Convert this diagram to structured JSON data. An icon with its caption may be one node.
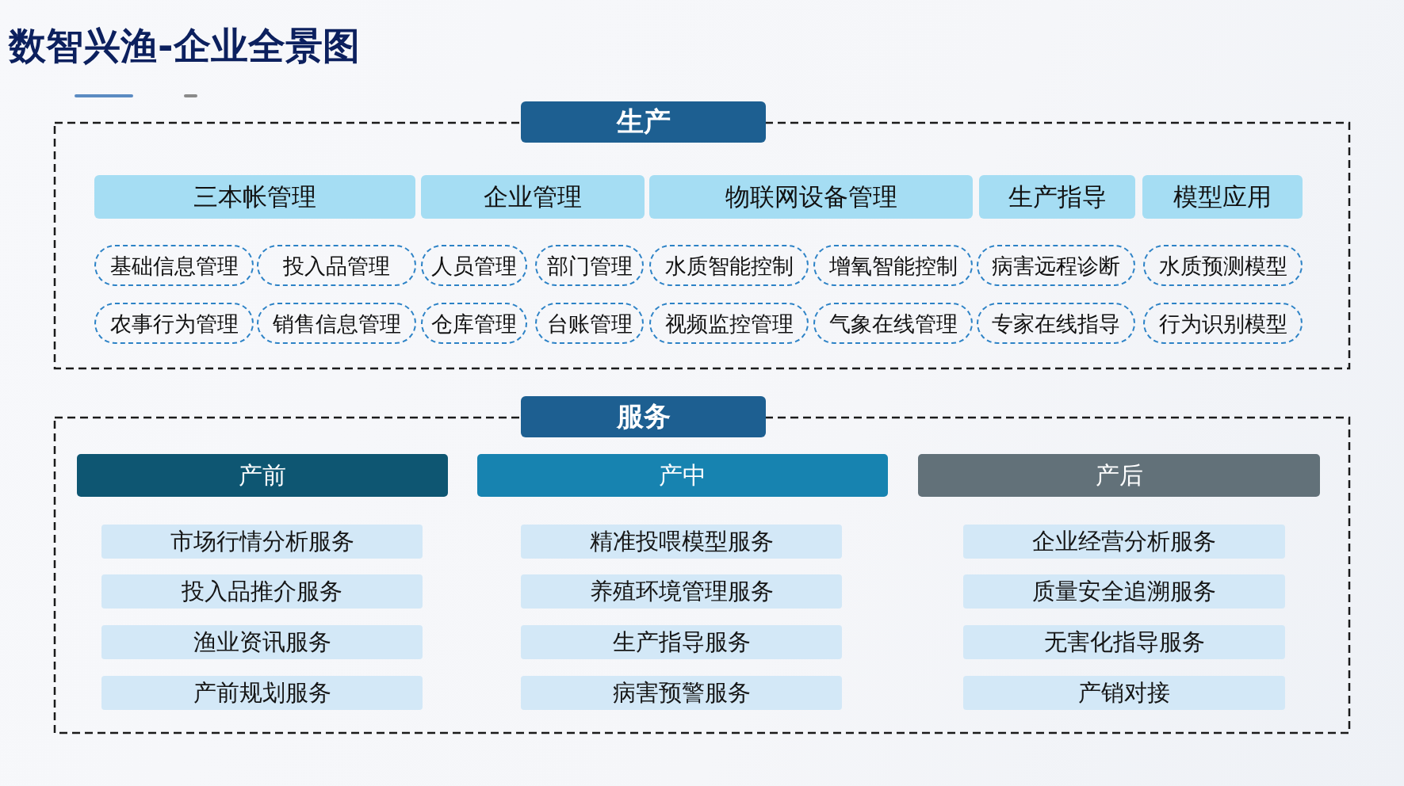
{
  "diagram": {
    "title": "数智兴渔-企业全景图",
    "nodes": [
      {
        "text": [
          "生产"
        ]
      },
      {
        "text": [
          "三本帐管理"
        ],
        "in": 0
      },
      {
        "text": [
          "企业管理"
        ],
        "in": 0
      },
      {
        "text": [
          "物联网设备管理"
        ],
        "in": 0
      },
      {
        "text": [
          "生产指导"
        ],
        "in": 0
      },
      {
        "text": [
          "模型应用"
        ],
        "in": 0
      },
      {
        "text": [
          "基础信息管理"
        ],
        "in": 0
      },
      {
        "text": [
          "投入品管理"
        ],
        "in": 0
      },
      {
        "text": [
          "人员管理"
        ],
        "in": 0
      },
      {
        "text": [
          "部门管理"
        ],
        "in": 0
      },
      {
        "text": [
          "水质智能控制"
        ],
        "in": 0
      },
      {
        "text": [
          "增氧智能控制"
        ],
        "in": 0
      },
      {
        "text": [
          "病害远程诊断"
        ],
        "in": 0
      },
      {
        "text": [
          "水质预测模型"
        ],
        "in": 0
      },
      {
        "text": [
          "农事行为管理"
        ],
        "in": 0
      },
      {
        "text": [
          "销售信息管理"
        ],
        "in": 0
      },
      {
        "text": [
          "仓库管理"
        ],
        "in": 0
      },
      {
        "text": [
          "台账管理"
        ],
        "in": 0
      },
      {
        "text": [
          "视频监控管理"
        ],
        "in": 0
      },
      {
        "text": [
          "气象在线管理"
        ],
        "in": 0
      },
      {
        "text": [
          "专家在线指导"
        ],
        "in": 0
      },
      {
        "text": [
          "行为识别模型"
        ],
        "in": 0
      },
      {
        "text": [
          "服务"
        ]
      },
      {
        "text": [
          "产前"
        ],
        "in": 22
      },
      {
        "text": [
          "产中"
        ],
        "in": 22
      },
      {
        "text": [
          "产后"
        ],
        "in": 22
      },
      {
        "text": [
          "市场行情分析服务"
        ],
        "in": 22
      },
      {
        "text": [
          "精准投喂模型服务"
        ],
        "in": 22
      },
      {
        "text": [
          "企业经营分析服务"
        ],
        "in": 22
      },
      {
        "text": [
          "投入品推介服务"
        ],
        "in": 22
      },
      {
        "text": [
          "养殖环境管理服务"
        ],
        "in": 22
      },
      {
        "text": [
          "质量安全追溯服务"
        ],
        "in": 22
      },
      {
        "text": [
          "渔业资讯服务"
        ],
        "in": 22
      },
      {
        "text": [
          "生产指导服务"
        ],
        "in": 22
      },
      {
        "text": [
          "无害化指导服务"
        ],
        "in": 22
      },
      {
        "text": [
          "产前规划服务"
        ],
        "in": 22
      },
      {
        "text": [
          "病害预警服务"
        ],
        "in": 22
      },
      {
        "text": [
          "产销对接"
        ],
        "in": 22
      }
    ]
  }
}
